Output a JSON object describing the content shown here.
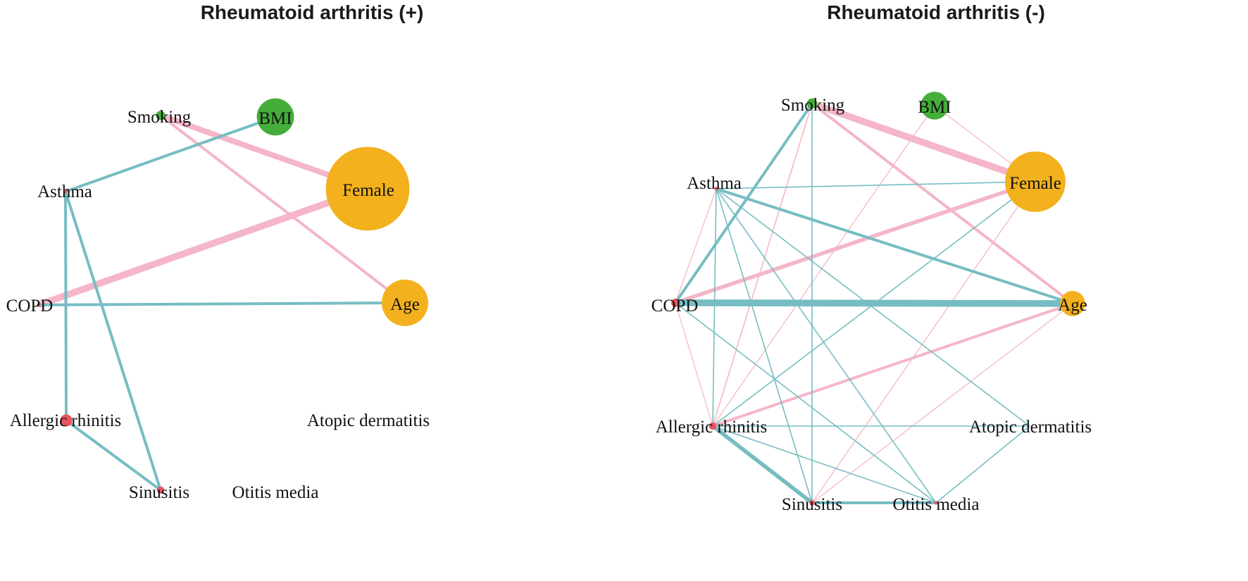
{
  "colors": {
    "positive_edge": "#f4b6c8",
    "negative_edge": "#76bdc3",
    "node_demographic": "#f2b11d",
    "node_lifestyle": "#45ad3a",
    "node_disease": "#e8555f"
  },
  "panels": [
    {
      "title": "Rheumatoid arthritis (+)",
      "nodes": [
        {
          "id": "smoking",
          "label": "Smoking",
          "size": 1,
          "group": "lifestyle"
        },
        {
          "id": "bmi",
          "label": "BMI",
          "size": 4,
          "group": "lifestyle"
        },
        {
          "id": "female",
          "label": "Female",
          "size": 9,
          "group": "demographic"
        },
        {
          "id": "age",
          "label": "Age",
          "size": 5,
          "group": "demographic"
        },
        {
          "id": "asthma",
          "label": "Asthma",
          "size": 0.4,
          "group": "disease"
        },
        {
          "id": "copd",
          "label": "COPD",
          "size": 0.4,
          "group": "disease"
        },
        {
          "id": "allergic",
          "label": "Allergic rhinitis",
          "size": 1.3,
          "group": "disease"
        },
        {
          "id": "sinusitis",
          "label": "Sinusitis",
          "size": 0.8,
          "group": "disease"
        },
        {
          "id": "otitis",
          "label": "Otitis media",
          "size": 0,
          "group": "disease"
        },
        {
          "id": "atopic",
          "label": "Atopic dermatitis",
          "size": 0,
          "group": "disease"
        }
      ],
      "edges": [
        {
          "from": "smoking",
          "to": "female",
          "sign": "positive",
          "weight": 5
        },
        {
          "from": "smoking",
          "to": "age",
          "sign": "positive",
          "weight": 2.5
        },
        {
          "from": "copd",
          "to": "female",
          "sign": "positive",
          "weight": 6
        },
        {
          "from": "bmi",
          "to": "asthma",
          "sign": "negative",
          "weight": 2.5
        },
        {
          "from": "asthma",
          "to": "allergic",
          "sign": "negative",
          "weight": 2.5
        },
        {
          "from": "asthma",
          "to": "sinusitis",
          "sign": "negative",
          "weight": 2.5
        },
        {
          "from": "copd",
          "to": "age",
          "sign": "negative",
          "weight": 2.5
        },
        {
          "from": "allergic",
          "to": "sinusitis",
          "sign": "negative",
          "weight": 2.5
        }
      ]
    },
    {
      "title": "Rheumatoid arthritis (-)",
      "nodes": [
        {
          "id": "smoking",
          "label": "Smoking",
          "size": 1.1,
          "group": "lifestyle"
        },
        {
          "id": "bmi",
          "label": "BMI",
          "size": 3,
          "group": "lifestyle"
        },
        {
          "id": "female",
          "label": "Female",
          "size": 6.5,
          "group": "demographic"
        },
        {
          "id": "age",
          "label": "Age",
          "size": 2.7,
          "group": "demographic"
        },
        {
          "id": "asthma",
          "label": "Asthma",
          "size": 0.4,
          "group": "disease"
        },
        {
          "id": "copd",
          "label": "COPD",
          "size": 0.9,
          "group": "disease"
        },
        {
          "id": "allergic",
          "label": "Allergic rhinitis",
          "size": 0.8,
          "group": "disease"
        },
        {
          "id": "sinusitis",
          "label": "Sinusitis",
          "size": 0.6,
          "group": "disease"
        },
        {
          "id": "otitis",
          "label": "Otitis media",
          "size": 0.4,
          "group": "disease"
        },
        {
          "id": "atopic",
          "label": "Atopic dermatitis",
          "size": 0,
          "group": "disease"
        }
      ],
      "edges": [
        {
          "from": "smoking",
          "to": "female",
          "sign": "positive",
          "weight": 6
        },
        {
          "from": "smoking",
          "to": "age",
          "sign": "positive",
          "weight": 2.5
        },
        {
          "from": "smoking",
          "to": "allergic",
          "sign": "positive",
          "weight": 1
        },
        {
          "from": "bmi",
          "to": "female",
          "sign": "positive",
          "weight": 0.8
        },
        {
          "from": "bmi",
          "to": "allergic",
          "sign": "positive",
          "weight": 0.8
        },
        {
          "from": "copd",
          "to": "female",
          "sign": "positive",
          "weight": 3.5
        },
        {
          "from": "allergic",
          "to": "age",
          "sign": "positive",
          "weight": 2.5
        },
        {
          "from": "asthma",
          "to": "copd",
          "sign": "positive",
          "weight": 0.8
        },
        {
          "from": "copd",
          "to": "allergic",
          "sign": "positive",
          "weight": 0.8
        },
        {
          "from": "sinusitis",
          "to": "female",
          "sign": "positive",
          "weight": 0.8
        },
        {
          "from": "sinusitis",
          "to": "age",
          "sign": "positive",
          "weight": 0.8
        },
        {
          "from": "smoking",
          "to": "copd",
          "sign": "negative",
          "weight": 2.5
        },
        {
          "from": "smoking",
          "to": "sinusitis",
          "sign": "negative",
          "weight": 1
        },
        {
          "from": "copd",
          "to": "age",
          "sign": "negative",
          "weight": 6
        },
        {
          "from": "asthma",
          "to": "female",
          "sign": "negative",
          "weight": 1
        },
        {
          "from": "asthma",
          "to": "age",
          "sign": "negative",
          "weight": 2.5
        },
        {
          "from": "asthma",
          "to": "allergic",
          "sign": "negative",
          "weight": 1
        },
        {
          "from": "asthma",
          "to": "sinusitis",
          "sign": "negative",
          "weight": 1
        },
        {
          "from": "asthma",
          "to": "otitis",
          "sign": "negative",
          "weight": 1
        },
        {
          "from": "asthma",
          "to": "atopic",
          "sign": "negative",
          "weight": 1
        },
        {
          "from": "copd",
          "to": "otitis",
          "sign": "negative",
          "weight": 1
        },
        {
          "from": "allergic",
          "to": "female",
          "sign": "negative",
          "weight": 1
        },
        {
          "from": "allergic",
          "to": "atopic",
          "sign": "negative",
          "weight": 1
        },
        {
          "from": "allergic",
          "to": "sinusitis",
          "sign": "negative",
          "weight": 3.5
        },
        {
          "from": "allergic",
          "to": "otitis",
          "sign": "negative",
          "weight": 1
        },
        {
          "from": "sinusitis",
          "to": "otitis",
          "sign": "negative",
          "weight": 2.5
        },
        {
          "from": "otitis",
          "to": "atopic",
          "sign": "negative",
          "weight": 1
        }
      ]
    }
  ]
}
